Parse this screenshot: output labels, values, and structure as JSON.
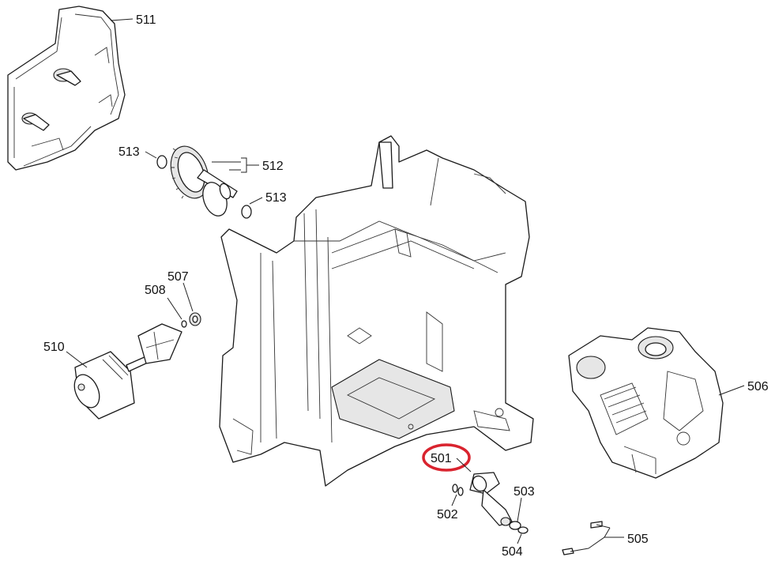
{
  "diagram": {
    "labels": {
      "p501": "501",
      "p502": "502",
      "p503": "503",
      "p504": "504",
      "p505": "505",
      "p506": "506",
      "p507": "507",
      "p508": "508",
      "p510": "510",
      "p511": "511",
      "p512": "512",
      "p513a": "513",
      "p513b": "513"
    },
    "highlight_color": "#d9232e"
  }
}
